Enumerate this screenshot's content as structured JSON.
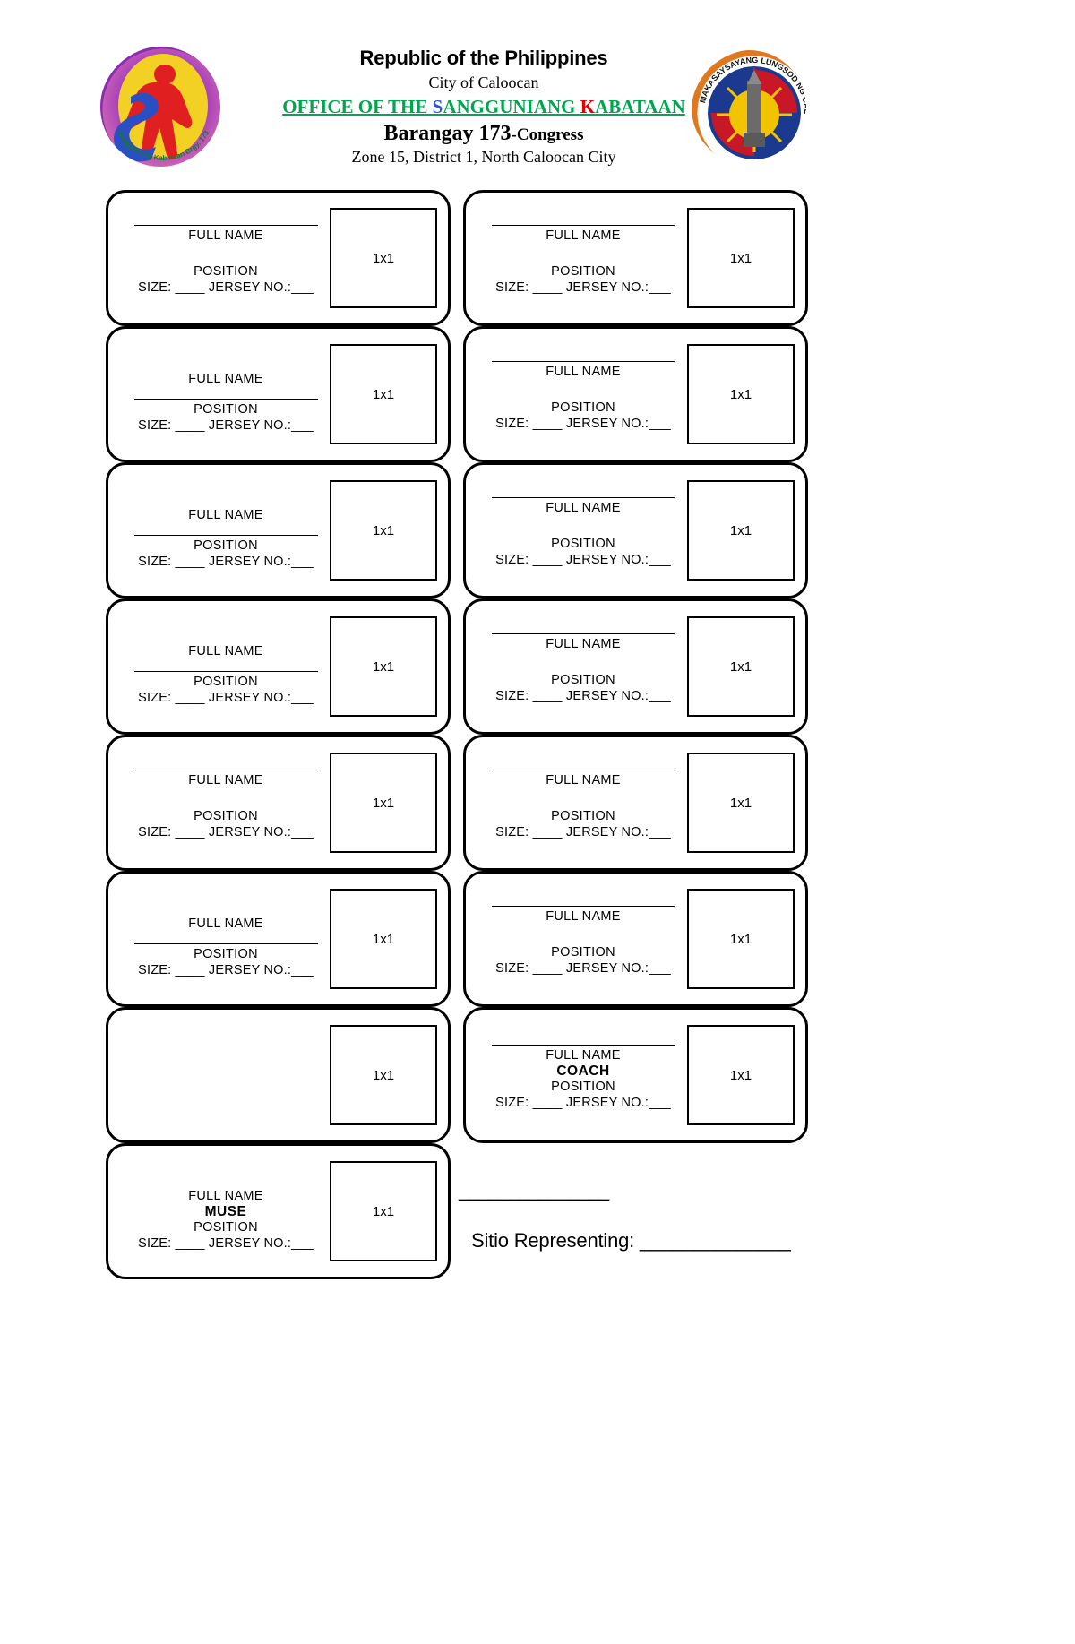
{
  "header": {
    "line1": "Republic of the Philippines",
    "line2": "City of Caloocan",
    "office_prefix": "OFFICE OF THE ",
    "office_s": "S",
    "office_mid": "ANGGUNIANG ",
    "office_k": "K",
    "office_suffix": "ABATAAN",
    "barangay": "Barangay 173",
    "barangay_suffix": "-Congress",
    "line5": "Zone 15, District 1, North Caloocan City",
    "colors": {
      "office_green": "#00A550",
      "office_blue": "#2a57d0",
      "office_red": "#e20000"
    },
    "left_logo_name": "sanggunian-kabataan-logo",
    "right_logo_name": "caloocan-city-seal"
  },
  "labels": {
    "full_name": "FULL NAME",
    "position": "POSITION",
    "size_jersey": "SIZE: ____ JERSEY NO.:___",
    "photo": "1x1"
  },
  "cards": [
    {
      "id": 1,
      "column": "left",
      "role": "",
      "name_line_above": true,
      "position_line_above": false,
      "empty": false
    },
    {
      "id": 2,
      "column": "right",
      "role": "",
      "name_line_above": true,
      "position_line_above": false,
      "empty": false
    },
    {
      "id": 3,
      "column": "left",
      "role": "",
      "name_line_above": false,
      "position_line_above": true,
      "empty": false
    },
    {
      "id": 4,
      "column": "right",
      "role": "",
      "name_line_above": true,
      "position_line_above": false,
      "empty": false
    },
    {
      "id": 5,
      "column": "left",
      "role": "",
      "name_line_above": false,
      "position_line_above": true,
      "empty": false
    },
    {
      "id": 6,
      "column": "right",
      "role": "",
      "name_line_above": true,
      "position_line_above": false,
      "empty": false
    },
    {
      "id": 7,
      "column": "left",
      "role": "",
      "name_line_above": false,
      "position_line_above": true,
      "empty": false
    },
    {
      "id": 8,
      "column": "right",
      "role": "",
      "name_line_above": true,
      "position_line_above": false,
      "empty": false
    },
    {
      "id": 9,
      "column": "left",
      "role": "",
      "name_line_above": true,
      "position_line_above": false,
      "empty": false
    },
    {
      "id": 10,
      "column": "right",
      "role": "",
      "name_line_above": true,
      "position_line_above": false,
      "empty": false
    },
    {
      "id": 11,
      "column": "left",
      "role": "",
      "name_line_above": false,
      "position_line_above": true,
      "empty": false
    },
    {
      "id": 12,
      "column": "right",
      "role": "",
      "name_line_above": true,
      "position_line_above": false,
      "empty": false
    },
    {
      "id": 13,
      "column": "left",
      "role": "",
      "name_line_above": false,
      "position_line_above": false,
      "empty": true
    },
    {
      "id": 14,
      "column": "right",
      "role": "COACH",
      "name_line_above": true,
      "position_line_above": false,
      "empty": false
    },
    {
      "id": 15,
      "column": "left",
      "role": "MUSE",
      "name_line_above": false,
      "position_line_above": false,
      "empty": false
    }
  ],
  "sitio": {
    "dashes": "_______________",
    "label": "Sitio Representing: ______________"
  }
}
